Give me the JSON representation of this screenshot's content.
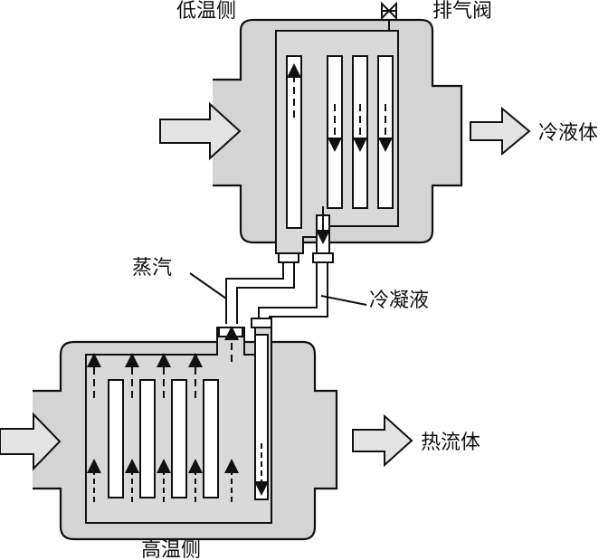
{
  "labels": {
    "low_temp_side": "低温侧",
    "vent_valve": "排气阀",
    "cold_fluid": "冷液体",
    "steam": "蒸汽",
    "condensate": "冷凝液",
    "hot_fluid": "热流体",
    "high_temp_side": "高温侧"
  }
}
